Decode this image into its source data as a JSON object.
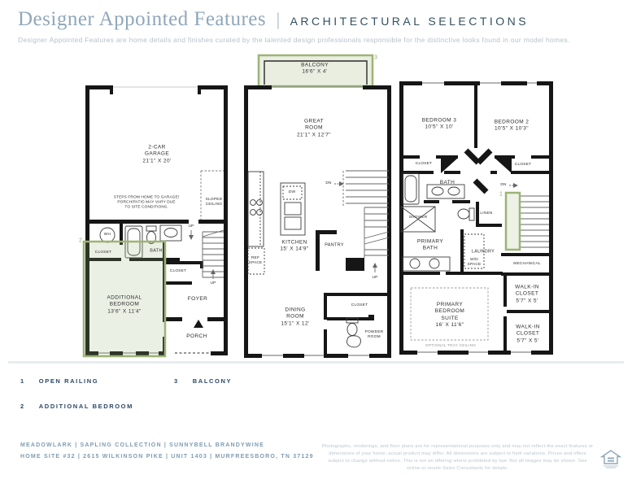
{
  "header": {
    "title": "Designer Appointed Features",
    "separator": "|",
    "category": "ARCHITECTURAL SELECTIONS",
    "description": "Designer Appointed Features are home details and finishes curated by the talented design professionals responsible for the distinctive looks found in our model homes."
  },
  "plans": {
    "garage_level": {
      "garage": [
        "2-CAR",
        "GARAGE",
        "21'1\" X 20'"
      ],
      "site_note": [
        "STEPS FROM HOME TO GARAGE/",
        "PORCH/PATIO MAY VARY DUE",
        "TO SITE CONDITIONS."
      ],
      "sloped_ceiling": [
        "SLOPED",
        "CEILING"
      ],
      "water_heater": "WH",
      "bath": "BATH",
      "closet_bath": "CLOSET",
      "closet_foyer": "CLOSET",
      "additional_bedroom": [
        "ADDITIONAL",
        "BEDROOM",
        "13'6\" X 11'4\""
      ],
      "foyer": "FOYER",
      "porch": "PORCH",
      "up_door": "UP",
      "up_stairs": "UP",
      "marker": "2"
    },
    "main_level": {
      "balcony": [
        "BALCONY",
        "16'6\" X 4'"
      ],
      "marker_balcony": "3",
      "great_room": [
        "GREAT",
        "ROOM",
        "21'1\" X 12'7\""
      ],
      "dishwasher": "DW",
      "down": "DN",
      "kitchen": [
        "KITCHEN",
        "15' X 14'9\""
      ],
      "ref_space": [
        "REF",
        "SPACE"
      ],
      "pantry": "PANTRY",
      "up": "UP",
      "dining_room": [
        "DINING",
        "ROOM",
        "15'1\" X 12'"
      ],
      "closet": "CLOSET",
      "powder_room": [
        "POWDER",
        "ROOM"
      ]
    },
    "upper_level": {
      "bedroom3": [
        "BEDROOM 3",
        "10'5\" X 10'"
      ],
      "bedroom2": [
        "BEDROOM 2",
        "10'5\" X 10'3\""
      ],
      "closet_bedroom3": "CLOSET",
      "closet_bedroom2": "CLOSET",
      "bath": "BATH",
      "shower": "SHOWER",
      "linen": "LINEN",
      "down": "DN",
      "marker_railing": "1",
      "primary_bath": [
        "PRIMARY",
        "BATH"
      ],
      "laundry": "LAUNDRY",
      "wd_space": [
        "W/D",
        "SPACE"
      ],
      "mechanical": "MECHANICAL",
      "walkin_closet_1": [
        "WALK-IN",
        "CLOSET",
        "5'7\" X 5'"
      ],
      "walkin_closet_2": [
        "WALK-IN",
        "CLOSET",
        "5'7\" X 5'"
      ],
      "primary_suite": [
        "PRIMARY",
        "BEDROOM",
        "SUITE",
        "16' X 11'6\""
      ],
      "tray_ceiling": "OPTIONAL TRAY CEILING"
    }
  },
  "legend": {
    "items": [
      {
        "num": "1",
        "label": "OPEN RAILING"
      },
      {
        "num": "2",
        "label": "ADDITIONAL BEDROOM"
      },
      {
        "num": "3",
        "label": "BALCONY"
      }
    ]
  },
  "footer": {
    "line1": "MEADOWLARK   |   SAPLING COLLECTION   |   SUNNYBELL BRANDYWINE",
    "line2": "HOME SITE #32   |   2615 WILKINSON PIKE   |   UNIT 1403   |   MURFREESBORO, TN 37129",
    "disclaimer": "Photographs, renderings, and floor plans are for representational purposes only and may not reflect the exact features or dimensions of your home; actual product may differ. All dimensions are subject to field variations. Prices and offers subject to change without notice. This is not an offering where prohibited by law. Not all images may be shown. See online or onsite Sales Consultants for details."
  },
  "colors": {
    "navy": "#2b4865",
    "title_blue": "#8fa7bb",
    "heading_dark": "#33505f",
    "muted": "#b6c2cb",
    "highlight_green": "#9db377",
    "wall_black": "#161616"
  }
}
